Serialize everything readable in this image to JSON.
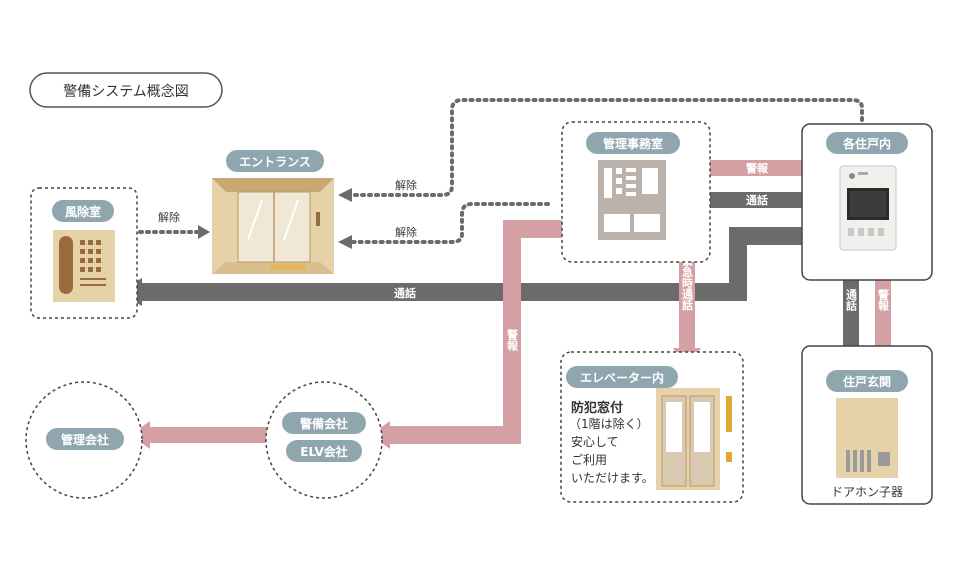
{
  "title": "警備システム概念図",
  "nodes": {
    "windbreak": "風除室",
    "entrance": "エントランス",
    "office": "管理事務室",
    "dwelling": "各住戸内",
    "elevator": "エレベーター内",
    "unit_entrance": "住戸玄関",
    "mgmt_company": "管理会社",
    "security_company": "警備会社",
    "elv_company": "ELV会社"
  },
  "elevator_text": {
    "heading": "防犯窓付",
    "line1": "（1階は除く）",
    "line2": "安心して",
    "line3": "ご利用",
    "line4": "いただけます。"
  },
  "door_phone_caption": "ドアホン子器",
  "labels": {
    "unlock_windbreak": "解除",
    "unlock_entrance_upper": "解除",
    "unlock_entrance_lower": "解除",
    "call_main": "通話",
    "report_office": "警報",
    "call_office": "通話",
    "emergency_call": "緊急時通話",
    "report_vertical": "警報",
    "call_vertical": "通話",
    "report_security": "警報"
  },
  "colors": {
    "pink": "#d4a0a4",
    "gray": "#6b6b6b",
    "badge": "#8fa6ae",
    "dots": "#6b6b6b",
    "wood": "#e5d2a8",
    "phone": "#9a6a3a"
  }
}
